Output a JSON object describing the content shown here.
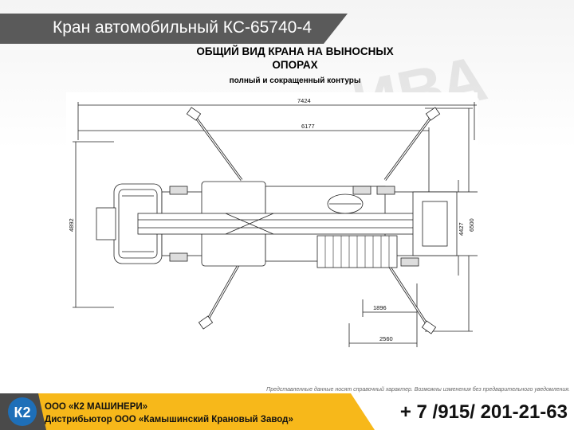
{
  "header": {
    "title": "Кран автомобильный  КС-65740-4"
  },
  "main": {
    "heading_line1": "ОБЩИЙ ВИД КРАНА НА ВЫНОСНЫХ",
    "heading_line2": "ОПОРАХ",
    "subheading": "полный и сокращенный контуры"
  },
  "drawing": {
    "dimensions": {
      "overall_length": "7424",
      "inner_length": "6177",
      "left_height": "4892",
      "right_height_inner": "4427",
      "right_height_outer": "6500",
      "bottom_short": "1896",
      "bottom_long": "2560"
    },
    "watermark": "ИВА"
  },
  "footer": {
    "disclaimer": "Представленные данные носят справочный характер. Возможны изменения без предварительного уведомления.",
    "company_line1": "ООО «К2 МАШИНЕРИ»",
    "company_line2": "Дистрибьютор ООО «Камышинский Крановый Завод»",
    "phone": "+ 7 /915/ 201-21-63",
    "logo_text": "К2"
  },
  "colors": {
    "banner": "#5a5a5a",
    "accent": "#f7b81a",
    "footer_dark": "#4a4a4a"
  }
}
